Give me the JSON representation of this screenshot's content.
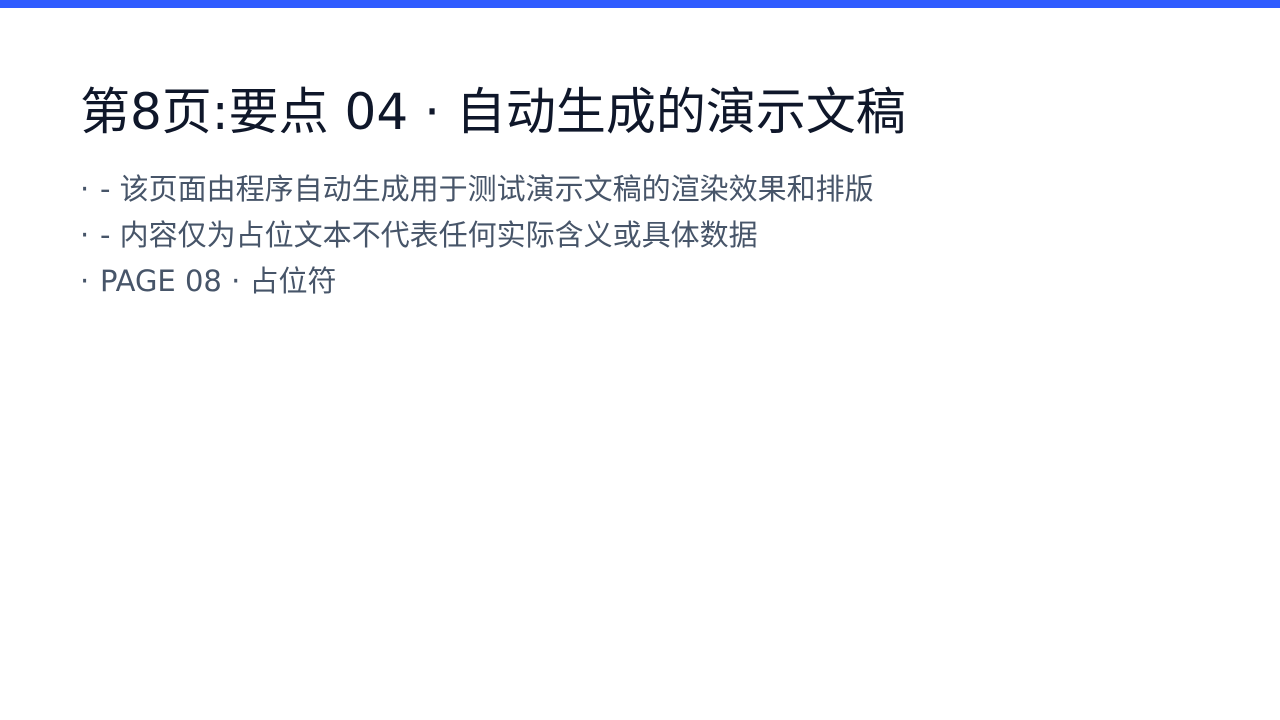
{
  "colors": {
    "accent_bar": "#2f5cff",
    "title": "#0f172a",
    "body_text": "#475569",
    "background": "#ffffff"
  },
  "slide": {
    "title": "第8页:要点 04 · 自动生成的演示文稿",
    "bullet_marker": "·",
    "bullets": [
      "- 该页面由程序自动生成用于测试演示文稿的渲染效果和排版",
      "- 内容仅为占位文本不代表任何实际含义或具体数据",
      "PAGE 08 · 占位符"
    ]
  }
}
